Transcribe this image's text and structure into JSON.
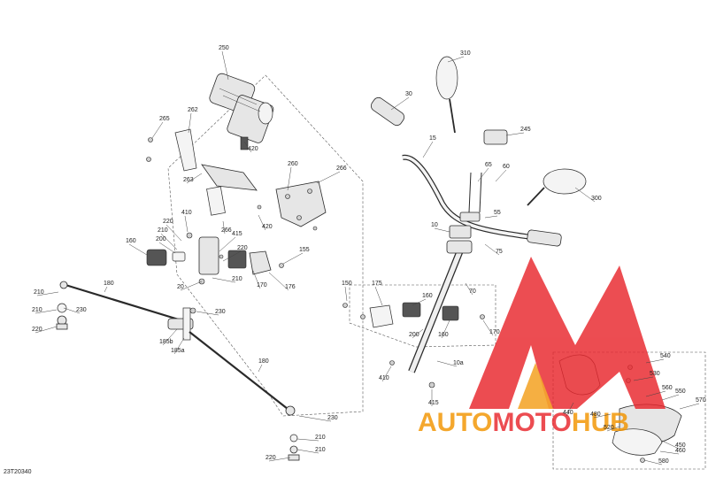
{
  "diagram": {
    "code": "23T20340",
    "watermark": {
      "word_a": "AUTO",
      "word_b": "MOTO",
      "word_c": "HUB",
      "color_red": "#e8262c",
      "color_orange": "#f29400"
    },
    "labels": [
      {
        "t": "250"
      },
      {
        "t": "262"
      },
      {
        "t": "265"
      },
      {
        "t": "420"
      },
      {
        "t": "263"
      },
      {
        "t": "260"
      },
      {
        "t": "266"
      },
      {
        "t": "220"
      },
      {
        "t": "410"
      },
      {
        "t": "210"
      },
      {
        "t": "200"
      },
      {
        "t": "160"
      },
      {
        "t": "415"
      },
      {
        "t": "220"
      },
      {
        "t": "266"
      },
      {
        "t": "420"
      },
      {
        "t": "155"
      },
      {
        "t": "210"
      },
      {
        "t": "20"
      },
      {
        "t": "170"
      },
      {
        "t": "176"
      },
      {
        "t": "180"
      },
      {
        "t": "210"
      },
      {
        "t": "230"
      },
      {
        "t": "210"
      },
      {
        "t": "220"
      },
      {
        "t": "230"
      },
      {
        "t": "185b"
      },
      {
        "t": "185a"
      },
      {
        "t": "180"
      },
      {
        "t": "230"
      },
      {
        "t": "210"
      },
      {
        "t": "220"
      },
      {
        "t": "210"
      },
      {
        "t": "310"
      },
      {
        "t": "30"
      },
      {
        "t": "245"
      },
      {
        "t": "15"
      },
      {
        "t": "65"
      },
      {
        "t": "60"
      },
      {
        "t": "300"
      },
      {
        "t": "55"
      },
      {
        "t": "10"
      },
      {
        "t": "75"
      },
      {
        "t": "70"
      },
      {
        "t": "150"
      },
      {
        "t": "175"
      },
      {
        "t": "160"
      },
      {
        "t": "200"
      },
      {
        "t": "160"
      },
      {
        "t": "170"
      },
      {
        "t": "410"
      },
      {
        "t": "10a"
      },
      {
        "t": "415"
      },
      {
        "t": "540"
      },
      {
        "t": "530"
      },
      {
        "t": "560"
      },
      {
        "t": "550"
      },
      {
        "t": "570"
      },
      {
        "t": "440"
      },
      {
        "t": "480"
      },
      {
        "t": "520"
      },
      {
        "t": "450"
      },
      {
        "t": "460"
      },
      {
        "t": "580"
      }
    ]
  }
}
